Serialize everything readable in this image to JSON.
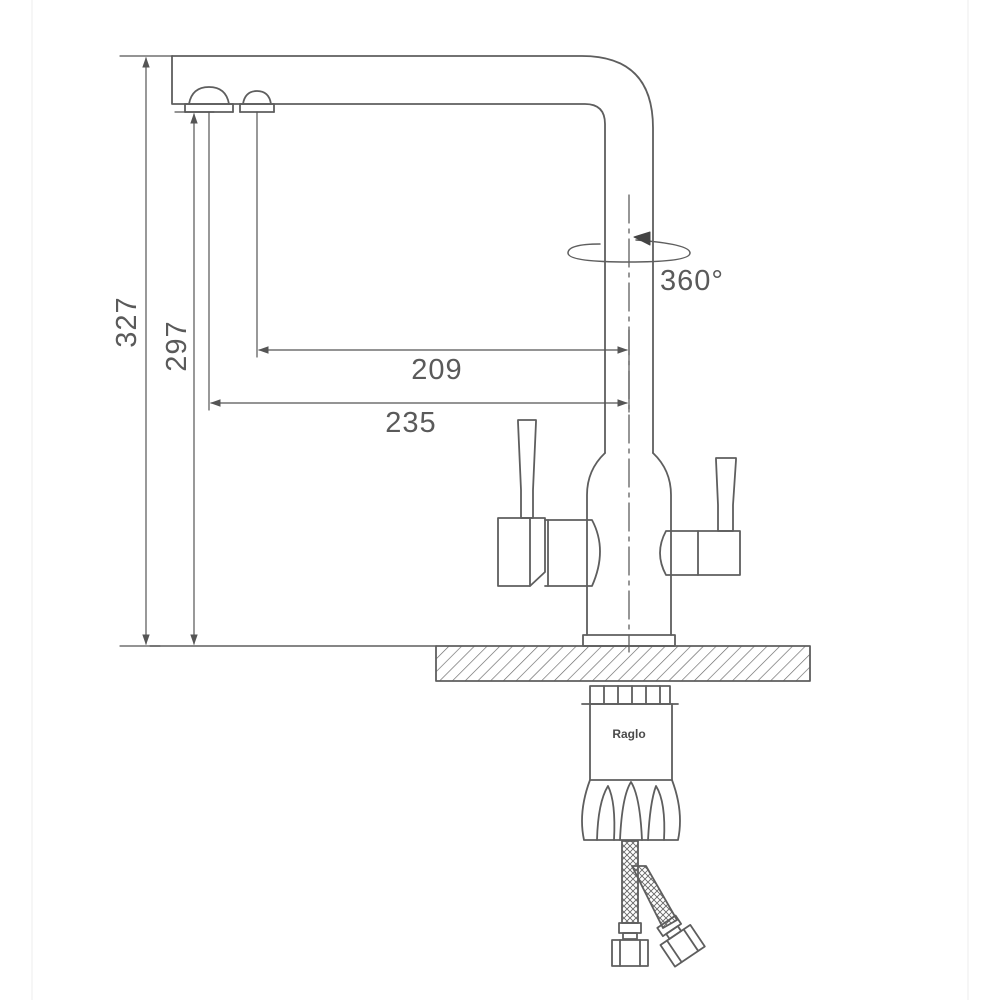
{
  "dimensions": {
    "overall_height": "327",
    "spout_height": "297",
    "reach_inner": "209",
    "reach_outer": "235",
    "rotation": "360°"
  },
  "brand": "Raglo"
}
